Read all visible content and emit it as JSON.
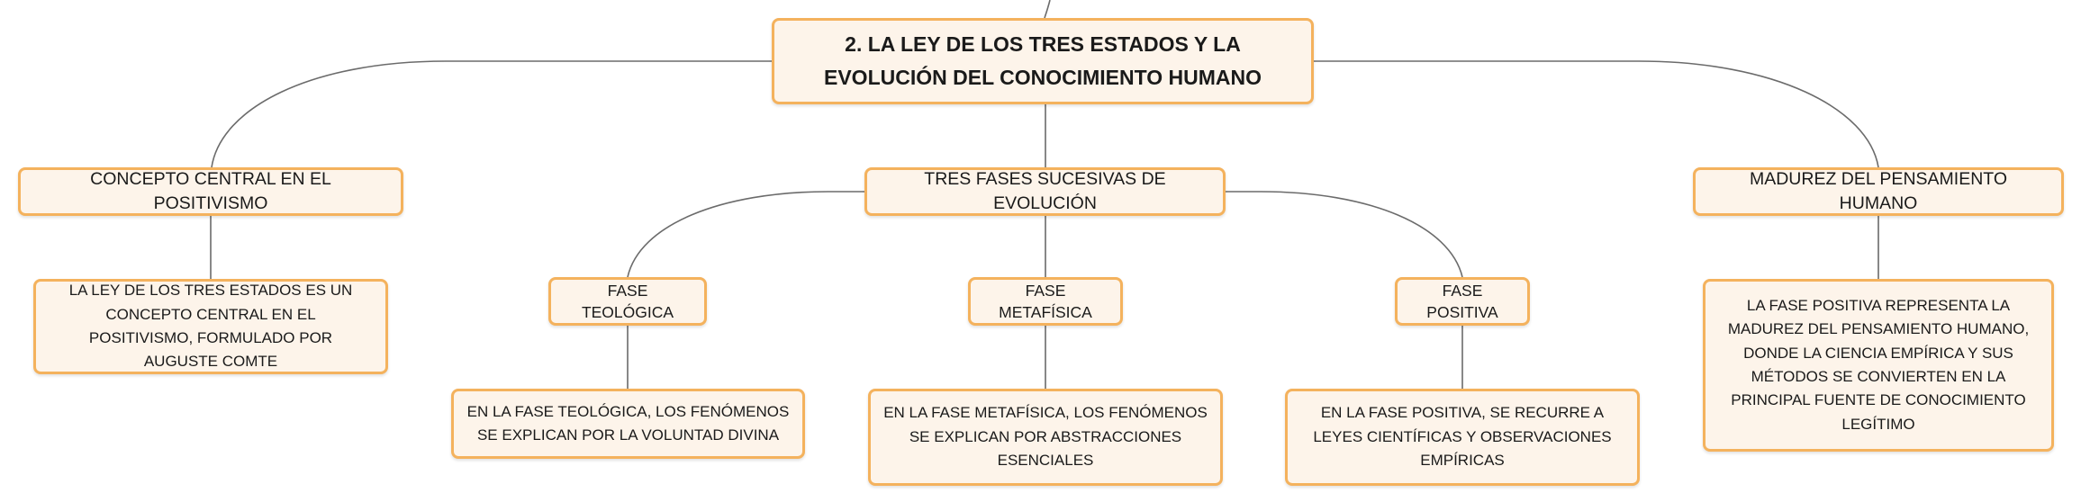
{
  "nodes": {
    "root": "2. LA LEY DE LOS TRES ESTADOS Y LA EVOLUCIÓN DEL CONOCIMIENTO HUMANO",
    "concepto_central": "CONCEPTO CENTRAL EN EL POSITIVISMO",
    "concepto_central_desc": "LA LEY DE LOS TRES ESTADOS ES UN CONCEPTO CENTRAL EN EL POSITIVISMO, FORMULADO POR AUGUSTE COMTE",
    "tres_fases": "TRES FASES SUCESIVAS DE EVOLUCIÓN",
    "fase_teologica": "FASE TEOLÓGICA",
    "fase_teologica_desc": "EN LA FASE TEOLÓGICA, LOS FENÓMENOS SE EXPLICAN POR LA VOLUNTAD DIVINA",
    "fase_metafisica": "FASE METAFÍSICA",
    "fase_metafisica_desc": "EN LA FASE METAFÍSICA, LOS FENÓMENOS SE EXPLICAN POR ABSTRACCIONES ESENCIALES",
    "fase_positiva": "FASE POSITIVA",
    "fase_positiva_desc": "EN LA FASE POSITIVA, SE RECURRE A LEYES CIENTÍFICAS Y OBSERVACIONES EMPÍRICAS",
    "madurez": "MADUREZ DEL PENSAMIENTO HUMANO",
    "madurez_desc": "LA FASE POSITIVA REPRESENTA LA MADUREZ DEL PENSAMIENTO HUMANO, DONDE LA CIENCIA EMPÍRICA Y SUS MÉTODOS SE CONVIERTEN EN LA PRINCIPAL FUENTE DE CONOCIMIENTO LEGÍTIMO"
  },
  "colors": {
    "node_fill": "#fdf4ea",
    "node_border": "#f4b25d",
    "connector": "#6b6b6b"
  }
}
